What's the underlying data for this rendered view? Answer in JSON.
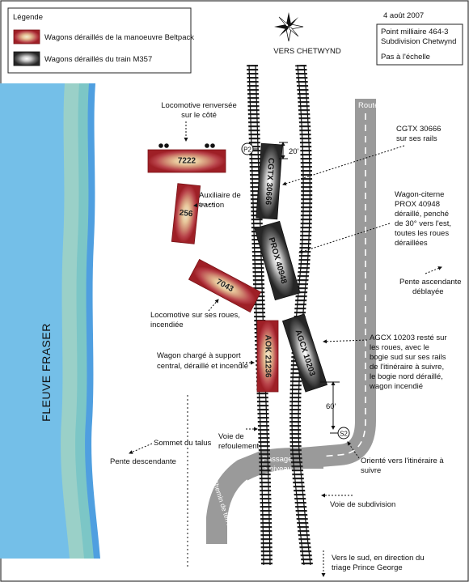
{
  "legend": {
    "title": "Légende",
    "items": [
      {
        "label": "Wagons déraillés de la manoeuvre Beltpack",
        "swatch": "red"
      },
      {
        "label": "Wagons déraillés du train M357",
        "swatch": "black"
      }
    ]
  },
  "info": {
    "date": "4 août 2007",
    "mile": "Point milliaire 464-3",
    "subdivision": "Subdivision Chetwynd",
    "scale": "Pas à l'échelle"
  },
  "compass_label": "VERS CHETWYND",
  "river_label": "FLEUVE FRASER",
  "road_label": "Route",
  "dirt_road_label": "Chemin de terre",
  "crossing_label": [
    "Passage",
    "à niveau"
  ],
  "signals": {
    "p2": "P2",
    "s2": "S2"
  },
  "distances": {
    "top": "20'",
    "bottom": "60'"
  },
  "cars": [
    {
      "id": "7222",
      "group": "beltpack"
    },
    {
      "id": "256",
      "group": "beltpack"
    },
    {
      "id": "7043",
      "group": "beltpack"
    },
    {
      "id": "AOK 21236",
      "group": "beltpack"
    },
    {
      "id": "CGTX 30666",
      "group": "m357"
    },
    {
      "id": "PROX 40948",
      "group": "m357"
    },
    {
      "id": "AGCX 10203",
      "group": "m357"
    }
  ],
  "annotations": {
    "loco_overturned": [
      "Locomotive renversée",
      "sur le côté"
    ],
    "aux": [
      "Auxiliaire de",
      "traction"
    ],
    "loco_wheels": [
      "Locomotive sur ses roues,",
      "incendiée"
    ],
    "wagon_loaded": [
      "Wagon chargé à support",
      "central, déraillé et incendié"
    ],
    "cgtx": [
      "CGTX 30666",
      "sur ses rails"
    ],
    "prox": [
      "Wagon-citerne",
      "PROX 40948",
      "déraillé, penché",
      "de 30° vers l'est,",
      "toutes les roues",
      "déraillées"
    ],
    "uphill": [
      "Pente ascendante",
      "déblayée"
    ],
    "agcx": [
      "AGCX 10203 resté sur",
      "les roues, avec le",
      "bogie sud sur ses rails",
      "de l'itinéraire à suivre,",
      "le bogie nord déraillé,",
      "wagon incendié"
    ],
    "crest": "Sommet du talus",
    "downhill": "Pente descendante",
    "siding": [
      "Voie de",
      "refoulement"
    ],
    "route_dir": [
      "Orienté vers l'itinéraire à",
      "suivre"
    ],
    "subdivision_track": "Voie de subdivision",
    "south": [
      "Vers le sud, en direction du",
      "triage Prince George"
    ]
  },
  "colors": {
    "beltpack": "#a31f25",
    "m357": "#2b2b2b",
    "water": "#5aa9e6",
    "road": "#9a9a9a"
  }
}
